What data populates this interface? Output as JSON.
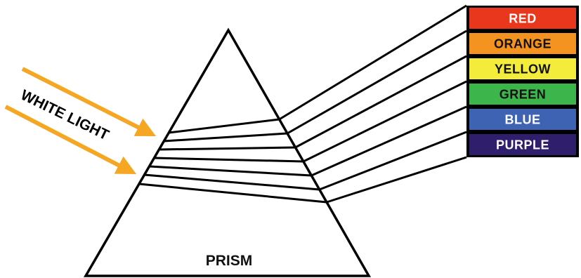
{
  "diagram": {
    "prism_label": "PRISM",
    "incoming_label": "WHITE LIGHT",
    "arrow_color": "#f5a623",
    "line_color": "#000000",
    "spectrum": [
      {
        "label": "RED",
        "fill": "#e8371d",
        "text_color": "#ffffff"
      },
      {
        "label": "ORANGE",
        "fill": "#f59321",
        "text_color": "#111111"
      },
      {
        "label": "YELLOW",
        "fill": "#f3ec3b",
        "text_color": "#111111"
      },
      {
        "label": "GREEN",
        "fill": "#3cb54a",
        "text_color": "#111111"
      },
      {
        "label": "BLUE",
        "fill": "#3f63b3",
        "text_color": "#ffffff"
      },
      {
        "label": "PURPLE",
        "fill": "#2e1e6b",
        "text_color": "#ffffff"
      }
    ]
  }
}
